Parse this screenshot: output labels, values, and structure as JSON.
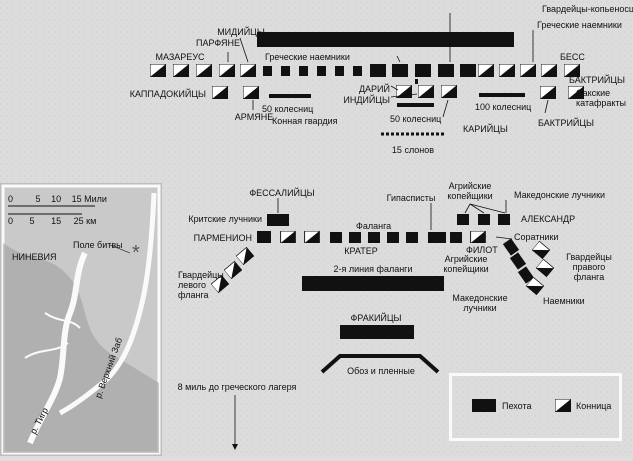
{
  "persian": {
    "guard_bearers": "Гвардейцы-копьеносцы",
    "greek_mercs_top": "Греческие наемники",
    "medes": "МИДИЙЦЫ",
    "parthians": "ПАРФЯНЕ",
    "mazaeus": "МАЗАРЕУС",
    "greek_mercs": "Греческие наемники",
    "bessus": "БЕСС",
    "bactrians": "БАКТРИЙЦЫ",
    "cappadocians": "КАППАДОКИЙЦЫ",
    "darius": "ДАРИЙ",
    "indians": "ИНДИЙЦЫ",
    "chariots_50_left": "50 колесниц",
    "horse_guard": "Конная гвардия",
    "chariots_50_center": "50 колесниц",
    "chariots_100": "100 колесниц",
    "armenians": "АРМЯНЕ",
    "carians": "КАРИЙЦЫ",
    "bactrians_low": "БАКТРИЙЦЫ",
    "saka": "Сакские катафракты",
    "elephants": "15 слонов"
  },
  "macedonian": {
    "thessalians": "ФЕССАЛИЙЦЫ",
    "cretan_archers": "Критские лучники",
    "parmenion": "ПАРМЕНИОН",
    "phalanx": "Фаланга",
    "craterus": "КРАТЕР",
    "hypaspists": "Гипасписты",
    "agrian_javelins_top": "Агрийские копейщики",
    "mac_archers_top": "Македонские лучники",
    "alexander": "АЛЕКСАНДР",
    "philotas": "ФИЛОТ",
    "companions": "Соратники",
    "agrian_javelins": "Агрийские копейщики",
    "guards_right": "Гвардейцы правого фланга",
    "guards_left": "Гвардейцы левого фланга",
    "second_line": "2-я линия фаланги",
    "mac_archers": "Македонские лучники",
    "mercenaries": "Наемники",
    "thracians": "ФРАКИЙЦЫ",
    "baggage": "Обоз и пленные",
    "camp_distance": "8 миль до греческого лагеря"
  },
  "inset": {
    "scale_miles_label": "Мили",
    "scale_km_label": "км",
    "scale_miles": [
      "0",
      "5",
      "10",
      "15"
    ],
    "scale_km": [
      "0",
      "5",
      "15",
      "25"
    ],
    "nineveh": "НИНЕВИЯ",
    "battlefield": "Поле битвы",
    "tigris": "р. Тигр",
    "upper_zab": "р. Верхний Заб"
  },
  "legend": {
    "infantry": "Пехота",
    "cavalry": "Конница"
  },
  "colors": {
    "unit": "#111111",
    "ground": "#dcdcdc",
    "frame": "#fafafa"
  }
}
